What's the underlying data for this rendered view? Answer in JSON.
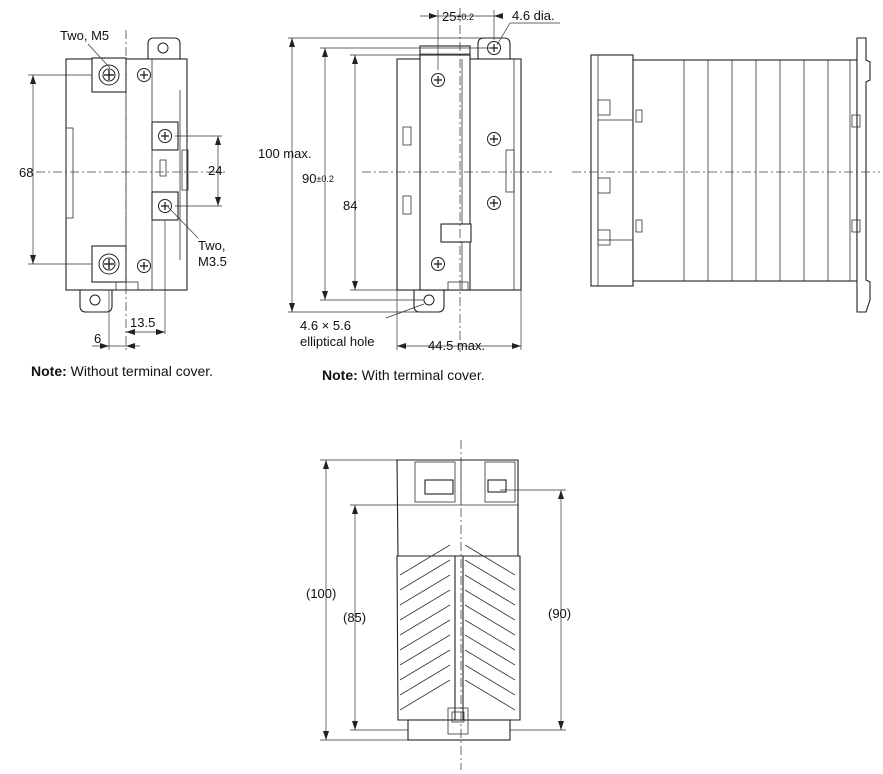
{
  "view1": {
    "label_two_m5": "Two, M5",
    "dim_68": "68",
    "dim_24": "24",
    "label_two_m35_line1": "Two,",
    "label_two_m35_line2": "M3.5",
    "dim_13_5": "13.5",
    "dim_6": "6",
    "note_bold": "Note:",
    "note_text": " Without terminal cover."
  },
  "view2": {
    "dim_25": "25",
    "dim_25_tol": "±0.2",
    "dim_4_6_dia": "4.6 dia.",
    "dim_100_max": "100 max.",
    "dim_90": "90",
    "dim_90_tol": "±0.2",
    "dim_84": "84",
    "label_hole_line1": "4.6 × 5.6",
    "label_hole_line2": "elliptical hole",
    "dim_44_5_max": "44.5 max.",
    "note_bold": "Note:",
    "note_text": " With terminal cover."
  },
  "view4": {
    "dim_100": "(100)",
    "dim_85": "(85)",
    "dim_90": "(90)"
  }
}
